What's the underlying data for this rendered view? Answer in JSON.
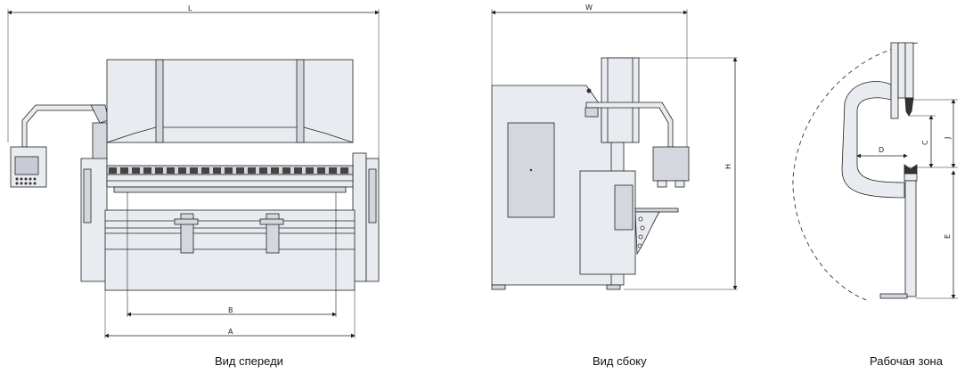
{
  "views": {
    "front": {
      "caption": "Вид спереди",
      "dims": {
        "L": "L",
        "A": "A",
        "B": "B"
      }
    },
    "side": {
      "caption": "Вид сбоку",
      "dims": {
        "W": "W",
        "H": "H"
      }
    },
    "work": {
      "caption": "Рабочая зона",
      "dims": {
        "C": "C",
        "J": "J",
        "D": "D",
        "E": "E"
      }
    }
  },
  "colors": {
    "line": "#222222",
    "fill": "#e8ebf0",
    "fill_dark": "#d4d8de",
    "dark": "#333333"
  }
}
